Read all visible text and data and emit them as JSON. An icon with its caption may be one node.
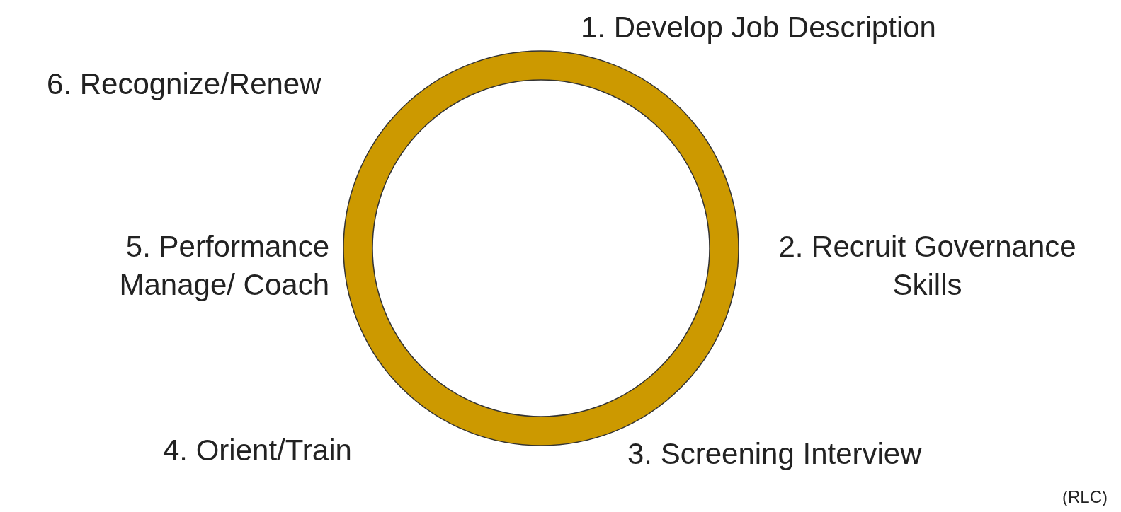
{
  "diagram": {
    "labels": [
      "1. Develop Job Description",
      "6. Recognize/Renew",
      "5. Performance Manage/ Coach",
      "2. Recruit Governance Skills",
      "4. Orient/Train",
      "3. Screening Interview",
      "(RLC)"
    ]
  }
}
